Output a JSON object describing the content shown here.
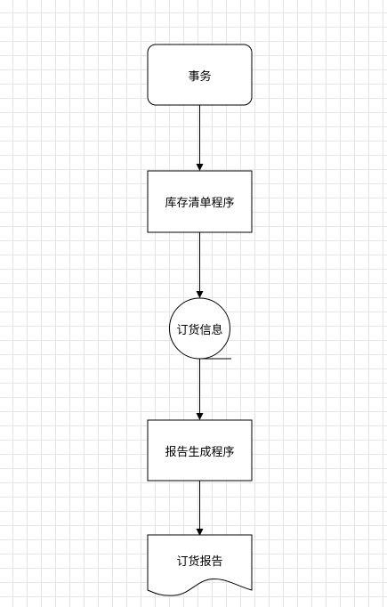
{
  "diagram": {
    "nodes": {
      "start": {
        "label": "事务",
        "shape": "rounded-rectangle"
      },
      "inventory_program": {
        "label": "库存清单程序",
        "shape": "rectangle"
      },
      "order_info": {
        "label": "订货信息",
        "shape": "circle-tape"
      },
      "report_program": {
        "label": "报告生成程序",
        "shape": "rectangle"
      },
      "order_report": {
        "label": "订货报告",
        "shape": "document"
      }
    },
    "edges": [
      {
        "from": "start",
        "to": "inventory_program"
      },
      {
        "from": "inventory_program",
        "to": "order_info"
      },
      {
        "from": "order_info",
        "to": "report_program"
      },
      {
        "from": "report_program",
        "to": "order_report"
      }
    ],
    "colors": {
      "stroke": "#000000",
      "fill": "#ffffff",
      "grid": "#e6e6e6"
    }
  }
}
